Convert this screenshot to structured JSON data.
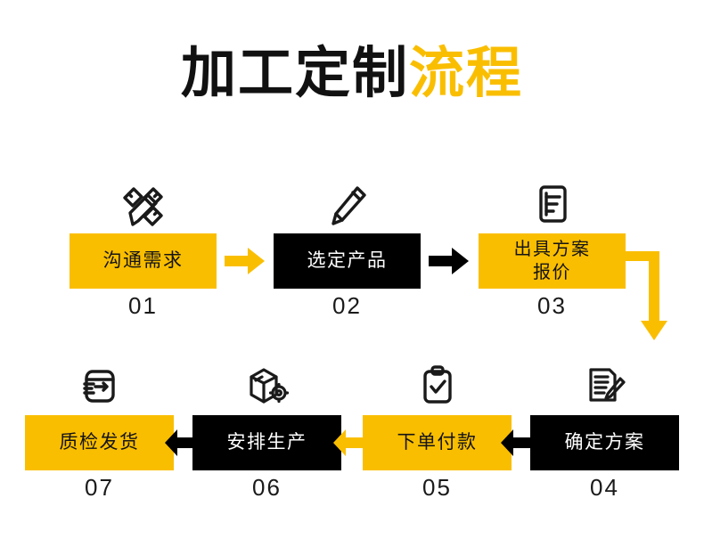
{
  "title": {
    "dark_part": "加工定制",
    "accent_part": "流程",
    "full": "加工定制流程"
  },
  "colors": {
    "accent": "#FABE00",
    "dark": "#000000",
    "text_on_dark": "#FFFFFF",
    "text_on_accent": "#141414",
    "background": "#FFFFFF"
  },
  "steps": [
    {
      "number": "01",
      "label": "沟通需求",
      "label_line2": "",
      "style": "yellow",
      "icon": "pen-ruler-icon"
    },
    {
      "number": "02",
      "label": "选定产品",
      "label_line2": "",
      "style": "black",
      "icon": "pencil-icon"
    },
    {
      "number": "03",
      "label": "出具方案",
      "label_line2": "报价",
      "style": "yellow",
      "icon": "document-lines-icon"
    },
    {
      "number": "04",
      "label": "确定方案",
      "label_line2": "",
      "style": "black",
      "icon": "document-pen-icon"
    },
    {
      "number": "05",
      "label": "下单付款",
      "label_line2": "",
      "style": "yellow",
      "icon": "clipboard-check-icon"
    },
    {
      "number": "06",
      "label": "安排生产",
      "label_line2": "",
      "style": "black",
      "icon": "box-gear-icon"
    },
    {
      "number": "07",
      "label": "质检发货",
      "label_line2": "",
      "style": "yellow",
      "icon": "box-shipping-arrow-icon"
    }
  ],
  "connectors": [
    {
      "from": "01",
      "to": "02",
      "direction": "right",
      "color": "#FABE00",
      "shape": "straight"
    },
    {
      "from": "02",
      "to": "03",
      "direction": "right",
      "color": "#000000",
      "shape": "straight"
    },
    {
      "from": "03",
      "to": "04",
      "direction": "down",
      "color": "#FABE00",
      "shape": "elbow"
    },
    {
      "from": "04",
      "to": "05",
      "direction": "left",
      "color": "#000000",
      "shape": "straight"
    },
    {
      "from": "05",
      "to": "06",
      "direction": "left",
      "color": "#FABE00",
      "shape": "straight"
    },
    {
      "from": "06",
      "to": "07",
      "direction": "left",
      "color": "#000000",
      "shape": "straight"
    }
  ]
}
